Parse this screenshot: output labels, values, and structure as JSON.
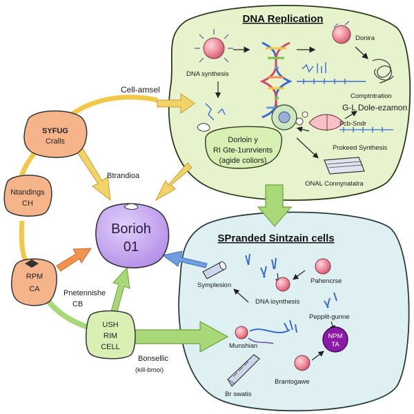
{
  "regions": {
    "dna": {
      "title": "DNA Replication"
    },
    "stem": {
      "title": "SPranded Sintzain cells"
    }
  },
  "nodes": {
    "syfug": {
      "line1": "SYFUG",
      "line2": "Cralls"
    },
    "nandings": {
      "line1": "Ntandings",
      "line2": "CH"
    },
    "rpm": {
      "line1": "RPM",
      "line2": "CA"
    },
    "ush": {
      "line1": "USH",
      "line2": "RIM",
      "line3": "CELL"
    },
    "borioh": {
      "line1": "Borioh",
      "line2": "01"
    }
  },
  "labels": {
    "cell_amsel": "Cell-amsel",
    "brandioa": "Btrandioa",
    "pnetennishe": "Pnetennishe",
    "cb": "CB",
    "bonsellic": "Bonsellic",
    "kill_bmoi": "(kill-bmoi)"
  },
  "dna_labels": {
    "dna_synthesis": "DNA synthesis",
    "donira": "Donira",
    "comptntration": "Comptntration",
    "gl_dole": "G-L  Dole-ezamon",
    "fcb_sndr": "Fcb-Sndr",
    "proked": "Prokeed Synthesis",
    "onal": "ONAL Connynatalra",
    "box_line1": "Dorloin y",
    "box_line2": "RI Gte-1unrvients",
    "box_line3": "(agide coliors)"
  },
  "stem_labels": {
    "symplesion": "Symplesion",
    "pahencrse": "Pahencrse",
    "dna_toynthesis": "DNA ioynthesis",
    "pepplit": "Pepplit-gunne",
    "npm": "NPM",
    "ta": "TA",
    "munshian": "Munshian",
    "brantogawe": "Brantogawe",
    "swatis": "Br swatis"
  },
  "colors": {
    "dna_region": "#e6f3cc",
    "stem_region": "#dff0f2",
    "orange_node": "#f6b48a",
    "green_node": "#d8f0b4",
    "purple_node": "#c7a8ee",
    "arrow_yellow": "#f2c84a",
    "arrow_green": "#9fd46a",
    "arrow_orange": "#f2924f",
    "arrow_blue": "#6f9fe0",
    "sphere": "#f08a9a",
    "magenta": "#8c1aa8"
  }
}
